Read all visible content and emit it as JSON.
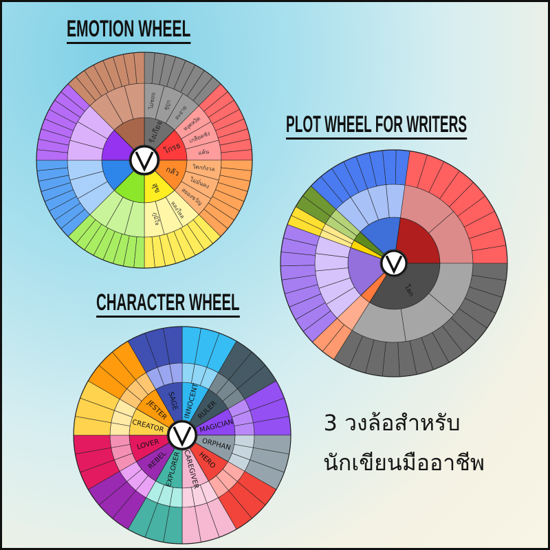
{
  "titles": {
    "emotion": "EMOTION WHEEL",
    "plot": "PLOT WHEEL FOR WRITERS",
    "character": "CHARACTER WHEEL"
  },
  "tagline": {
    "line1": "3 วงล้อสำหรับ",
    "line2": "นักเขียนมืออาชีพ"
  },
  "center_logo": "V-logo-icon",
  "emotion_wheel": {
    "sectors": [
      {
        "label": "รังเกียจ",
        "core": "#6f6f6f",
        "mid": "#9b9b9b",
        "outer": "#858585",
        "mid_labels": [
          "ไม่ชอบ",
          "ดูถูก",
          "ละอาย"
        ]
      },
      {
        "label": "โกรธ",
        "core": "#ff3b3b",
        "mid": "#ff9c9c",
        "outer": "#ff6a6a",
        "mid_labels": [
          "หงุดหงิด",
          "เกลียดชัง",
          "แค้น"
        ]
      },
      {
        "label": "กลัว",
        "core": "#ff8a2a",
        "mid": "#ffb276",
        "outer": "#ffa458",
        "mid_labels": [
          "วิตกกังวล",
          "ไม่มั่นคง",
          "สยองขวัญ"
        ]
      },
      {
        "label": "สุข",
        "core": "#ffee22",
        "mid": "#fff6a8",
        "outer": "#ffec5a",
        "mid_labels": [
          "หลงใหล",
          "ภูมิใจ"
        ]
      },
      {
        "label": "",
        "core": "#8ce629",
        "mid": "#c9f49a",
        "outer": "#a9ee62",
        "mid_labels": []
      },
      {
        "label": "",
        "core": "#2f86ea",
        "mid": "#a9d0fb",
        "outer": "#5aa3f4",
        "mid_labels": []
      },
      {
        "label": "",
        "core": "#9633f0",
        "mid": "#dcb1fb",
        "outer": "#b66cf6",
        "mid_labels": []
      },
      {
        "label": "",
        "core": "#a8664a",
        "mid": "#d39880",
        "outer": "#c98a6c",
        "mid_labels": []
      }
    ]
  },
  "character_wheel": {
    "sectors": [
      {
        "label": "INNOCENT",
        "core": "#2fb8f2",
        "mid": "#8fd6f7",
        "outer": "#36bdf4"
      },
      {
        "label": "RULER",
        "core": "#3f5560",
        "mid": "#76878f",
        "outer": "#455a64"
      },
      {
        "label": "MAGICIAN",
        "core": "#8e45f2",
        "mid": "#b98af7",
        "outer": "#9450f3"
      },
      {
        "label": "ORPHAN",
        "core": "#8f9ea6",
        "mid": "#c7d6de",
        "outer": "#96a5ad"
      },
      {
        "label": "HERO",
        "core": "#f2433a",
        "mid": "#ffaaa5",
        "outer": "#f2443a"
      },
      {
        "label": "CAREGIVER",
        "core": "#f5b6cf",
        "mid": "#fad2e1",
        "outer": "#f6b9d1"
      },
      {
        "label": "EXPLORER",
        "core": "#45b5a6",
        "mid": "#aeeee6",
        "outer": "#48b2a4"
      },
      {
        "label": "REBEL",
        "core": "#9a2ab0",
        "mid": "#eaa2f7",
        "outer": "#9a2ab2"
      },
      {
        "label": "LOVER",
        "core": "#e4185f",
        "mid": "#f590b5",
        "outer": "#e31a60"
      },
      {
        "label": "CREATOR",
        "core": "#ffd24c",
        "mid": "#ffeaa6",
        "outer": "#ffd34e"
      },
      {
        "label": "JESTER",
        "core": "#ff9a0a",
        "mid": "#ffc672",
        "outer": "#ff9b0c"
      },
      {
        "label": "SAGE",
        "core": "#3e4fb0",
        "mid": "#9aa6ef",
        "outer": "#3f4fb2"
      }
    ]
  },
  "plot_wheel": {
    "sectors": [
      {
        "label": "",
        "core": "#b01e1e",
        "mid": "#dc8a8a",
        "outer": "#ff6060"
      },
      {
        "label": "โลก",
        "core": "#4d4d4d",
        "mid": "#a6a6a6",
        "outer": "#6b6b6b"
      },
      {
        "label": "",
        "core": "#ff7a3c",
        "mid": "#ffad8e",
        "outer": "#ff9a70"
      },
      {
        "label": "",
        "core": "#9370db",
        "mid": "#d7c3fb",
        "outer": "#a67ef2"
      },
      {
        "label": "",
        "core": "#ffd700",
        "mid": "#ffe98a",
        "outer": "#ffdf30"
      },
      {
        "label": "",
        "core": "#5e8a1e",
        "mid": "#b4d276",
        "outer": "#6f9732"
      },
      {
        "label": "",
        "core": "#3f6fd8",
        "mid": "#a8c2f8",
        "outer": "#4a7bf0"
      }
    ]
  }
}
